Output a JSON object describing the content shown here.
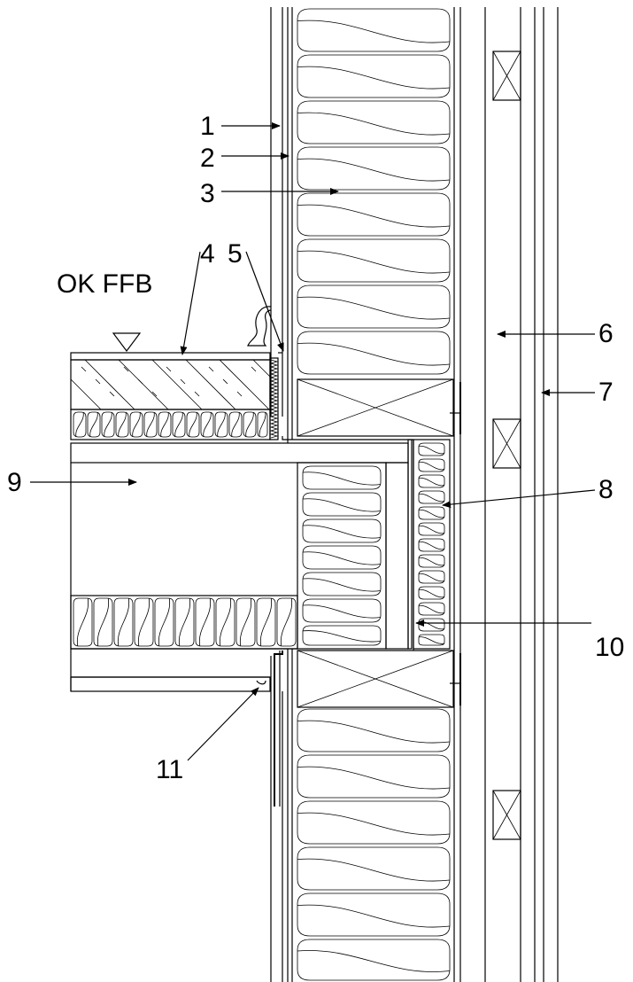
{
  "level_label": "OK FFB",
  "callouts": [
    "1",
    "2",
    "3",
    "4",
    "5",
    "6",
    "7",
    "8",
    "9",
    "10",
    "11"
  ]
}
